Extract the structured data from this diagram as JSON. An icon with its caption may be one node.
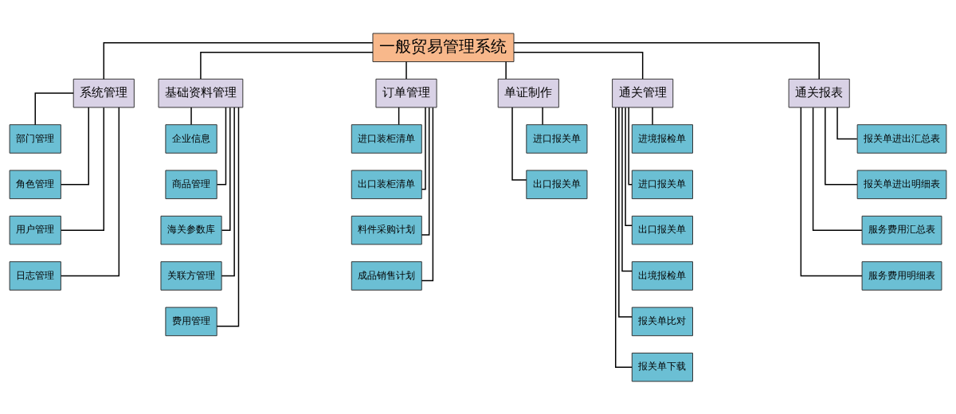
{
  "diagram": {
    "nodes": [
      {
        "text": [
          "一般贸易管理系统"
        ]
      },
      {
        "text": [
          "系统管理"
        ]
      },
      {
        "text": [
          "基础资料管理"
        ]
      },
      {
        "text": [
          "订单管理"
        ]
      },
      {
        "text": [
          "单证制作"
        ]
      },
      {
        "text": [
          "通关管理"
        ]
      },
      {
        "text": [
          "通关报表"
        ]
      },
      {
        "text": [
          "部门管理"
        ]
      },
      {
        "text": [
          "角色管理"
        ]
      },
      {
        "text": [
          "用户管理"
        ]
      },
      {
        "text": [
          "日志管理"
        ]
      },
      {
        "text": [
          "企业信息"
        ]
      },
      {
        "text": [
          "商品管理"
        ]
      },
      {
        "text": [
          "海关参数库"
        ]
      },
      {
        "text": [
          "关联方管理"
        ]
      },
      {
        "text": [
          "费用管理"
        ]
      },
      {
        "text": [
          "进口装柜清单"
        ]
      },
      {
        "text": [
          "出口装柜清单"
        ]
      },
      {
        "text": [
          "料件采购计划"
        ]
      },
      {
        "text": [
          "成品销售计划"
        ]
      },
      {
        "text": [
          "进口报关单"
        ]
      },
      {
        "text": [
          "出口报关单"
        ]
      },
      {
        "text": [
          "进境报检单"
        ]
      },
      {
        "text": [
          "进口报关单"
        ]
      },
      {
        "text": [
          "出口报关单"
        ]
      },
      {
        "text": [
          "出境报检单"
        ]
      },
      {
        "text": [
          "报关单比对"
        ]
      },
      {
        "text": [
          "报关单下载"
        ]
      },
      {
        "text": [
          "报关单进出汇总表"
        ]
      },
      {
        "text": [
          "报关单进出明细表"
        ]
      },
      {
        "text": [
          "服务费用汇总表"
        ]
      },
      {
        "text": [
          "服务费用明细表"
        ]
      }
    ],
    "edges": [
      {
        "from": 0,
        "to": 1,
        "arrow": "none"
      },
      {
        "from": 0,
        "to": 2,
        "arrow": "none"
      },
      {
        "from": 0,
        "to": 3,
        "arrow": "none"
      },
      {
        "from": 0,
        "to": 4,
        "arrow": "none"
      },
      {
        "from": 0,
        "to": 5,
        "arrow": "none"
      },
      {
        "from": 0,
        "to": 6,
        "arrow": "none"
      },
      {
        "from": 1,
        "to": 7,
        "arrow": "none"
      },
      {
        "from": 1,
        "to": 8,
        "arrow": "none"
      },
      {
        "from": 1,
        "to": 9,
        "arrow": "none"
      },
      {
        "from": 1,
        "to": 10,
        "arrow": "none"
      },
      {
        "from": 2,
        "to": 11,
        "arrow": "none"
      },
      {
        "from": 2,
        "to": 12,
        "arrow": "none"
      },
      {
        "from": 2,
        "to": 13,
        "arrow": "none"
      },
      {
        "from": 2,
        "to": 14,
        "arrow": "none"
      },
      {
        "from": 2,
        "to": 15,
        "arrow": "none"
      },
      {
        "from": 3,
        "to": 16,
        "arrow": "none"
      },
      {
        "from": 3,
        "to": 17,
        "arrow": "none"
      },
      {
        "from": 3,
        "to": 18,
        "arrow": "none"
      },
      {
        "from": 3,
        "to": 19,
        "arrow": "none"
      },
      {
        "from": 4,
        "to": 20,
        "arrow": "none"
      },
      {
        "from": 4,
        "to": 21,
        "arrow": "none"
      },
      {
        "from": 5,
        "to": 22,
        "arrow": "none"
      },
      {
        "from": 5,
        "to": 23,
        "arrow": "none"
      },
      {
        "from": 5,
        "to": 24,
        "arrow": "none"
      },
      {
        "from": 5,
        "to": 25,
        "arrow": "none"
      },
      {
        "from": 5,
        "to": 26,
        "arrow": "none"
      },
      {
        "from": 5,
        "to": 27,
        "arrow": "none"
      },
      {
        "from": 6,
        "to": 28,
        "arrow": "none"
      },
      {
        "from": 6,
        "to": 29,
        "arrow": "none"
      },
      {
        "from": 6,
        "to": 30,
        "arrow": "none"
      },
      {
        "from": 6,
        "to": 31,
        "arrow": "none"
      }
    ]
  }
}
